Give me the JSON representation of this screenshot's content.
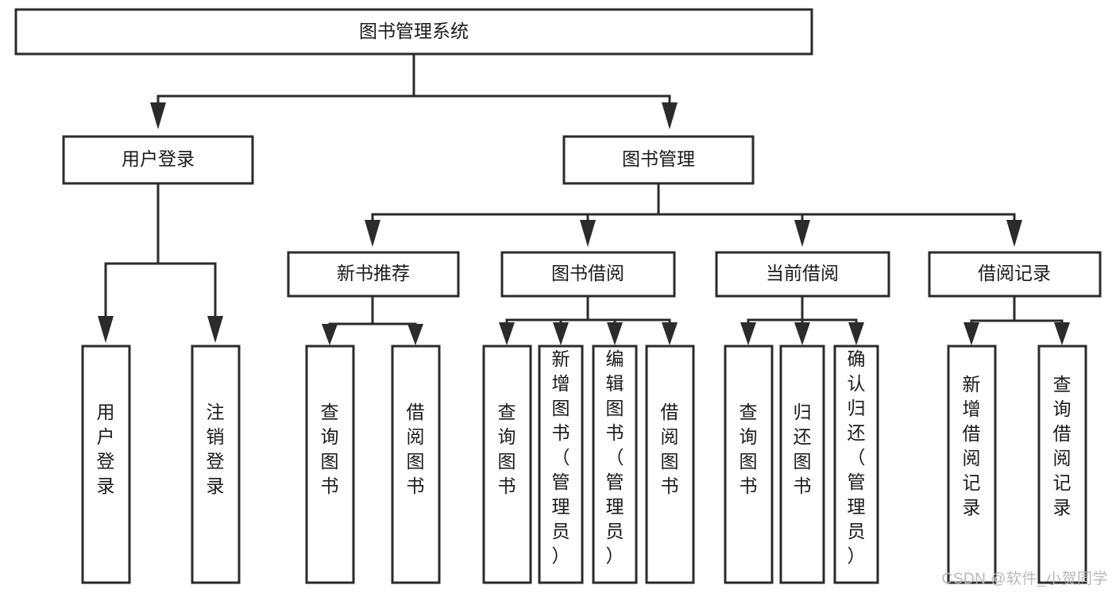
{
  "diagram": {
    "type": "tree-hierarchy-chart",
    "title": "图书管理系统",
    "colors": {
      "box_stroke": "#2b2b2b",
      "box_fill": "#ffffff",
      "connector": "#2b2b2b",
      "text": "#1a1a1a",
      "watermark": "#b9b9b9",
      "background": "#ffffff"
    },
    "root": {
      "label": "图书管理系统",
      "orientation": "horizontal"
    },
    "level2": [
      {
        "id": "user-login",
        "label": "用户登录",
        "orientation": "horizontal"
      },
      {
        "id": "book-management",
        "label": "图书管理",
        "orientation": "horizontal"
      }
    ],
    "level3": [
      {
        "id": "new-book-recommend",
        "label": "新书推荐",
        "orientation": "horizontal",
        "parent": "book-management"
      },
      {
        "id": "book-borrow",
        "label": "图书借阅",
        "orientation": "horizontal",
        "parent": "book-management"
      },
      {
        "id": "current-borrow",
        "label": "当前借阅",
        "orientation": "horizontal",
        "parent": "book-management"
      },
      {
        "id": "borrow-record",
        "label": "借阅记录",
        "orientation": "horizontal",
        "parent": "book-management"
      }
    ],
    "leaves": [
      {
        "id": "leaf-user-login",
        "label": "用户登录",
        "orientation": "vertical",
        "parent": "user-login"
      },
      {
        "id": "leaf-logout-login",
        "label": "注销登录",
        "orientation": "vertical",
        "parent": "user-login"
      },
      {
        "id": "leaf-query-book-1",
        "label": "查询图书",
        "orientation": "vertical",
        "parent": "new-book-recommend"
      },
      {
        "id": "leaf-borrow-book-1",
        "label": "借阅图书",
        "orientation": "vertical",
        "parent": "new-book-recommend"
      },
      {
        "id": "leaf-query-book-2",
        "label": "查询图书",
        "orientation": "vertical",
        "parent": "book-borrow"
      },
      {
        "id": "leaf-add-book-admin",
        "label": "新增图书（管理员）",
        "orientation": "vertical",
        "parent": "book-borrow"
      },
      {
        "id": "leaf-edit-book-admin",
        "label": "编辑图书（管理员）",
        "orientation": "vertical",
        "parent": "book-borrow"
      },
      {
        "id": "leaf-borrow-book-2",
        "label": "借阅图书",
        "orientation": "vertical",
        "parent": "book-borrow"
      },
      {
        "id": "leaf-query-book-3",
        "label": "查询图书",
        "orientation": "vertical",
        "parent": "current-borrow"
      },
      {
        "id": "leaf-return-book",
        "label": "归还图书",
        "orientation": "vertical",
        "parent": "current-borrow"
      },
      {
        "id": "leaf-confirm-return-admin",
        "label": "确认归还（管理员）",
        "orientation": "vertical",
        "parent": "current-borrow"
      },
      {
        "id": "leaf-add-borrow-record",
        "label": "新增借阅记录",
        "orientation": "vertical",
        "parent": "borrow-record"
      },
      {
        "id": "leaf-query-borrow-record",
        "label": "查询借阅记录",
        "orientation": "vertical",
        "parent": "borrow-record"
      }
    ],
    "watermark": "CSDN @软件_小贺同学"
  }
}
